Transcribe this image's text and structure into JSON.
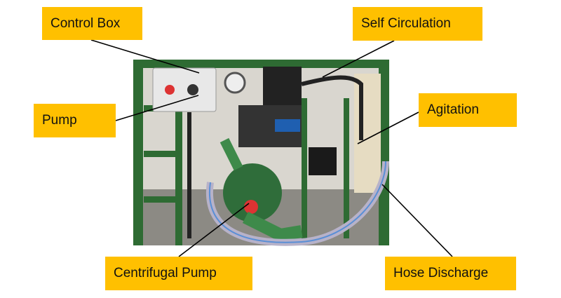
{
  "labels": {
    "control_box": "Control Box",
    "self_circulation": "Self Circulation",
    "pump": "Pump",
    "agitation": "Agitation",
    "centrifugal_pump": "Centrifugal Pump",
    "hose_discharge": "Hose Discharge"
  },
  "colors": {
    "label_bg": "#FFC000",
    "frame_green": "#2E6B33",
    "leader_line": "#000000"
  }
}
